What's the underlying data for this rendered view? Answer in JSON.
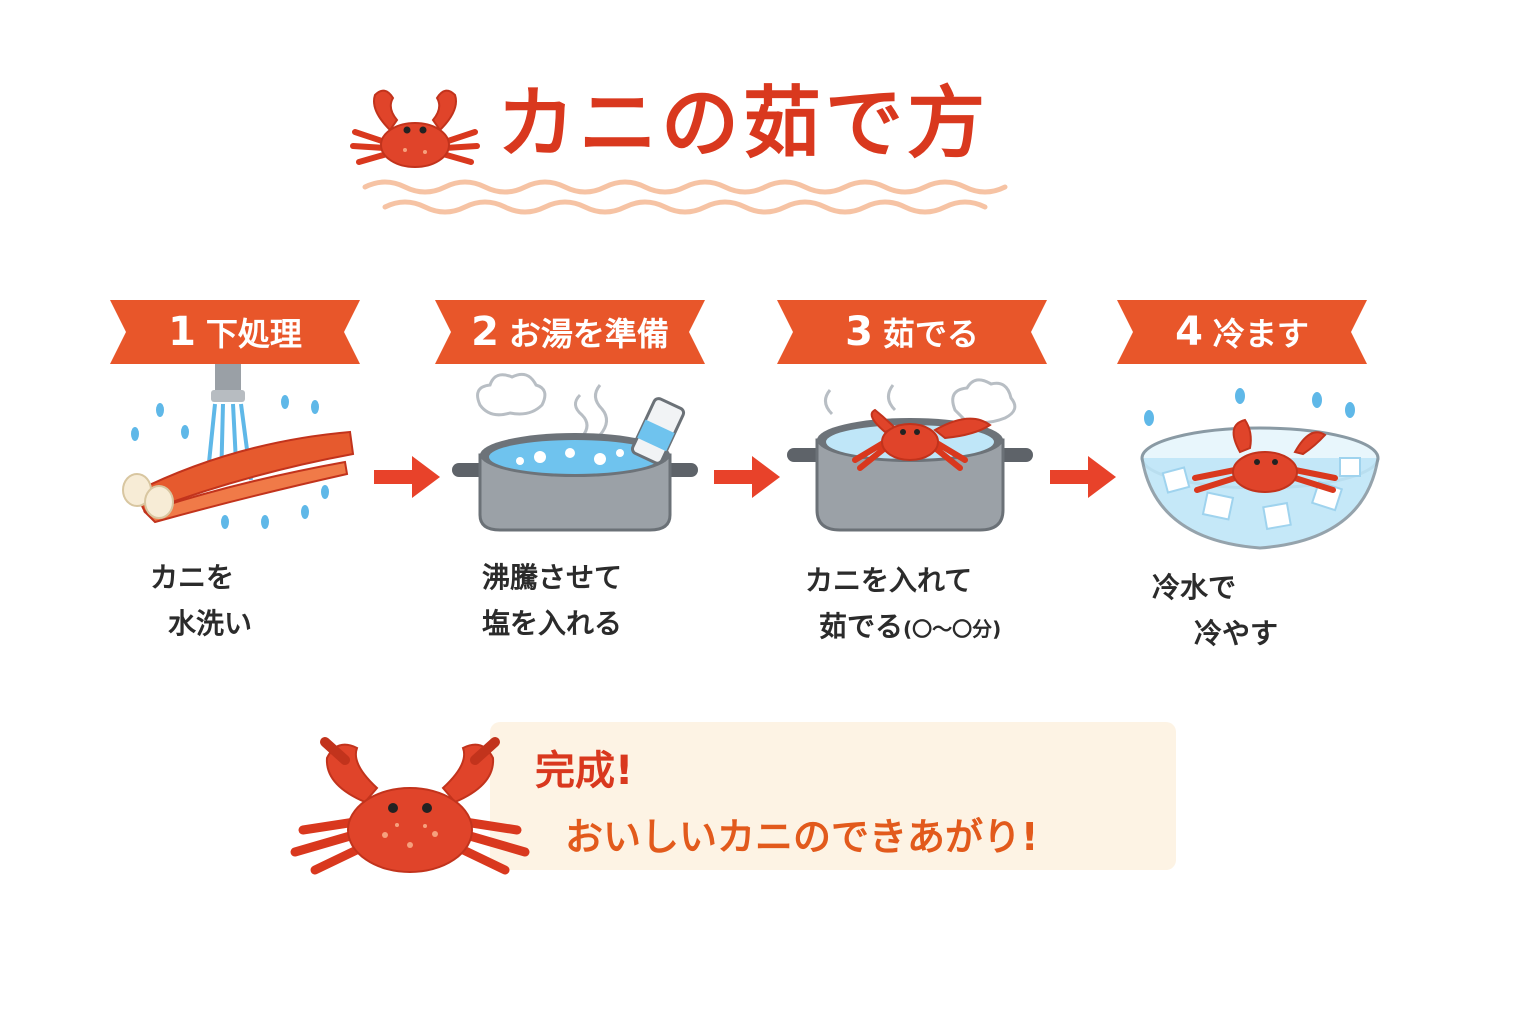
{
  "title": "カニの茹で方",
  "colors": {
    "accent": "#d9381e",
    "ribbon": "#e8562a",
    "wave": "#f6c3a4",
    "water": "#8fd3f4"
  },
  "steps": [
    {
      "num": "1",
      "label": "下処理",
      "icon": "crab-legs-washing-icon",
      "caption_line1": "カニを",
      "caption_line2": "水洗い",
      "caption_suffix": ""
    },
    {
      "num": "2",
      "label": "お湯を準備",
      "icon": "boiling-pot-with-salt-icon",
      "caption_line1": "沸騰させて",
      "caption_line2": "塩を入れる",
      "caption_suffix": ""
    },
    {
      "num": "3",
      "label": "茹でる",
      "icon": "crab-in-pot-icon",
      "caption_line1": "カニを入れて",
      "caption_line2": "茹でる",
      "caption_suffix": "(〇〜〇分)"
    },
    {
      "num": "4",
      "label": "冷ます",
      "icon": "crab-in-ice-bowl-icon",
      "caption_line1": "冷水で",
      "caption_line2": "冷やす",
      "caption_suffix": ""
    }
  ],
  "completion": {
    "title": "完成!",
    "message": "おいしいカニのできあがり!"
  }
}
